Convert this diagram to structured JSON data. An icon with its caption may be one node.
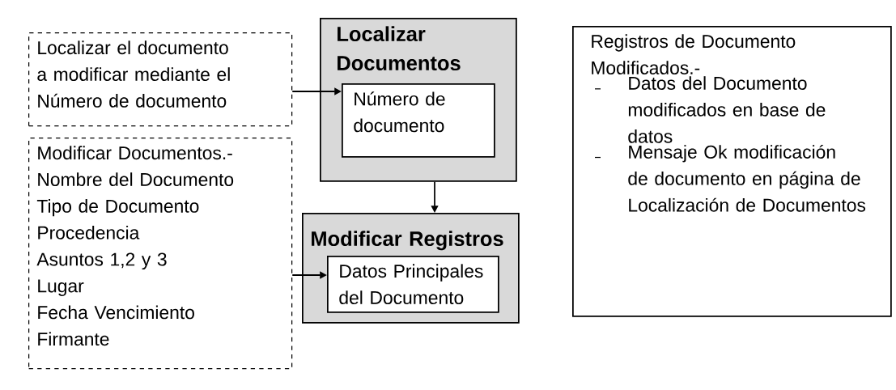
{
  "diagram": {
    "nodes": [
      {
        "text": [
          "Localizar el documento a modificar mediante el Número de documento"
        ]
      },
      {
        "text": [
          "Localizar Documentos"
        ]
      },
      {
        "text": [
          "Número de documento"
        ],
        "in": 1
      },
      {
        "text": [
          "Modificar Documentos.-",
          "Nombre del Documento",
          "Tipo de Documento",
          "Procedencia",
          "Asuntos 1,2 y 3",
          "Lugar",
          "Fecha Vencimiento",
          "Firmante"
        ]
      },
      {
        "text": [
          "Modificar Registros"
        ]
      },
      {
        "text": [
          "Datos Principales del Documento"
        ],
        "in": 4
      },
      {
        "text": [
          "Registros de Documento Modificados.-",
          "Datos del Documento modificados en base de datos",
          "Mensaje Ok modificación de documento en página de Localización de Documentos"
        ]
      }
    ],
    "edges": [
      {
        "from": 0,
        "to": 2,
        "arrow": "to"
      },
      {
        "from": 1,
        "to": 4,
        "arrow": "to"
      },
      {
        "from": 3,
        "to": 5,
        "arrow": "to"
      }
    ]
  }
}
